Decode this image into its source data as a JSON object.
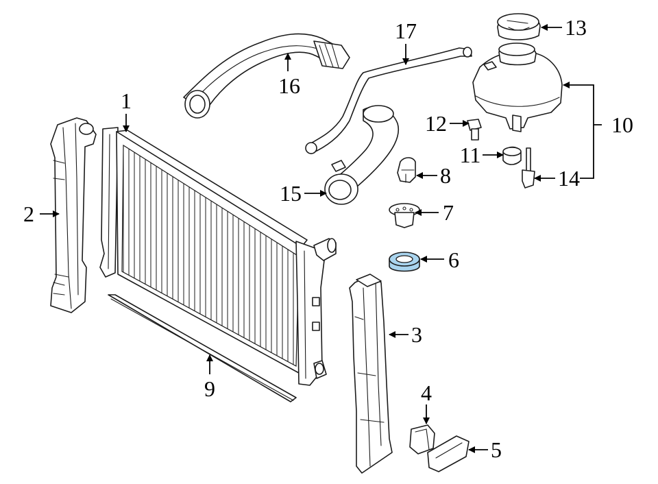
{
  "diagram": {
    "highlight_color": "#a9d4ee",
    "line_color": "#1a1a1a",
    "callouts": [
      {
        "id": "1",
        "label": "1"
      },
      {
        "id": "2",
        "label": "2"
      },
      {
        "id": "3",
        "label": "3"
      },
      {
        "id": "4",
        "label": "4"
      },
      {
        "id": "5",
        "label": "5"
      },
      {
        "id": "6",
        "label": "6"
      },
      {
        "id": "7",
        "label": "7"
      },
      {
        "id": "8",
        "label": "8"
      },
      {
        "id": "9",
        "label": "9"
      },
      {
        "id": "10",
        "label": "10"
      },
      {
        "id": "11",
        "label": "11"
      },
      {
        "id": "12",
        "label": "12"
      },
      {
        "id": "13",
        "label": "13"
      },
      {
        "id": "14",
        "label": "14"
      },
      {
        "id": "15",
        "label": "15"
      },
      {
        "id": "16",
        "label": "16"
      },
      {
        "id": "17",
        "label": "17"
      }
    ]
  }
}
